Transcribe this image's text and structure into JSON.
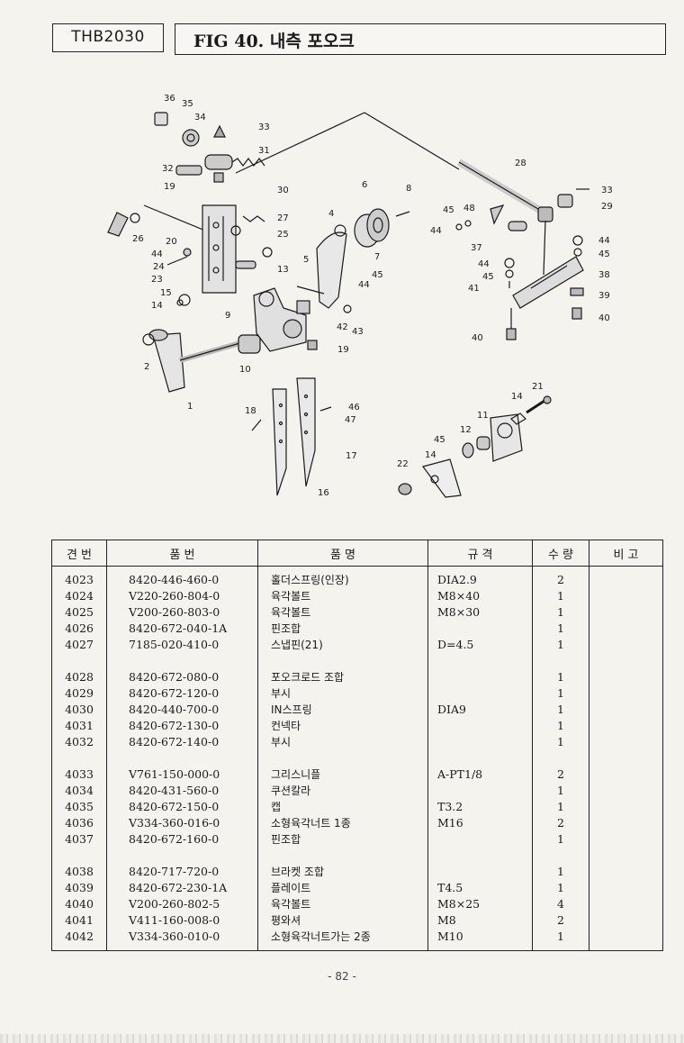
{
  "header": {
    "model": "THB2030",
    "figure_title": "FIG 40. 내측 포오크"
  },
  "diagram": {
    "callouts": [
      "36",
      "35",
      "34",
      "33",
      "31",
      "32",
      "19",
      "30",
      "28",
      "33",
      "29",
      "6",
      "8",
      "4",
      "45",
      "48",
      "44",
      "37",
      "44",
      "45",
      "27",
      "25",
      "26",
      "20",
      "13",
      "44",
      "24",
      "23",
      "15",
      "14",
      "9",
      "5",
      "45",
      "44",
      "44",
      "45",
      "38",
      "41",
      "39",
      "40",
      "42",
      "43",
      "7",
      "19",
      "40",
      "2",
      "10",
      "1",
      "18",
      "46",
      "47",
      "21",
      "14",
      "11",
      "12",
      "45",
      "14",
      "22",
      "17",
      "16"
    ]
  },
  "table": {
    "headers": [
      "견  번",
      "품        번",
      "품        명",
      "규      격",
      "수 량",
      "비  고"
    ],
    "groups": [
      [
        {
          "no": "4023",
          "part": "8420-446-460-0",
          "name": "홀더스프링(인장)",
          "spec": "DIA2.9",
          "qty": "2",
          "note": ""
        },
        {
          "no": "4024",
          "part": "V220-260-804-0",
          "name": "육각볼트",
          "spec": "M8×40",
          "qty": "1",
          "note": ""
        },
        {
          "no": "4025",
          "part": "V200-260-803-0",
          "name": "육각볼트",
          "spec": "M8×30",
          "qty": "1",
          "note": ""
        },
        {
          "no": "4026",
          "part": "8420-672-040-1A",
          "name": "핀조합",
          "spec": "",
          "qty": "1",
          "note": ""
        },
        {
          "no": "4027",
          "part": "7185-020-410-0",
          "name": "스냅핀(21)",
          "spec": "D=4.5",
          "qty": "1",
          "note": ""
        }
      ],
      [
        {
          "no": "4028",
          "part": "8420-672-080-0",
          "name": "포오크로드 조합",
          "spec": "",
          "qty": "1",
          "note": ""
        },
        {
          "no": "4029",
          "part": "8420-672-120-0",
          "name": "부시",
          "spec": "",
          "qty": "1",
          "note": ""
        },
        {
          "no": "4030",
          "part": "8420-440-700-0",
          "name": "IN스프링",
          "spec": "DIA9",
          "qty": "1",
          "note": ""
        },
        {
          "no": "4031",
          "part": "8420-672-130-0",
          "name": "컨넥타",
          "spec": "",
          "qty": "1",
          "note": ""
        },
        {
          "no": "4032",
          "part": "8420-672-140-0",
          "name": "부시",
          "spec": "",
          "qty": "1",
          "note": ""
        }
      ],
      [
        {
          "no": "4033",
          "part": "V761-150-000-0",
          "name": "그리스니플",
          "spec": "A-PT1/8",
          "qty": "2",
          "note": ""
        },
        {
          "no": "4034",
          "part": "8420-431-560-0",
          "name": "쿠션칼라",
          "spec": "",
          "qty": "1",
          "note": ""
        },
        {
          "no": "4035",
          "part": "8420-672-150-0",
          "name": "캡",
          "spec": "T3.2",
          "qty": "1",
          "note": ""
        },
        {
          "no": "4036",
          "part": "V334-360-016-0",
          "name": "소형육각너트 1종",
          "spec": "M16",
          "qty": "2",
          "note": ""
        },
        {
          "no": "4037",
          "part": "8420-672-160-0",
          "name": "핀조합",
          "spec": "",
          "qty": "1",
          "note": ""
        }
      ],
      [
        {
          "no": "4038",
          "part": "8420-717-720-0",
          "name": "브라켓 조합",
          "spec": "",
          "qty": "1",
          "note": ""
        },
        {
          "no": "4039",
          "part": "8420-672-230-1A",
          "name": "플레이트",
          "spec": "T4.5",
          "qty": "1",
          "note": ""
        },
        {
          "no": "4040",
          "part": "V200-260-802-5",
          "name": "육각볼트",
          "spec": "M8×25",
          "qty": "4",
          "note": ""
        },
        {
          "no": "4041",
          "part": "V411-160-008-0",
          "name": "평와셔",
          "spec": "M8",
          "qty": "2",
          "note": ""
        },
        {
          "no": "4042",
          "part": "V334-360-010-0",
          "name": "소형육각너트가는 2종",
          "spec": "M10",
          "qty": "1",
          "note": ""
        }
      ]
    ]
  },
  "footer": {
    "page": "- 82 -"
  }
}
